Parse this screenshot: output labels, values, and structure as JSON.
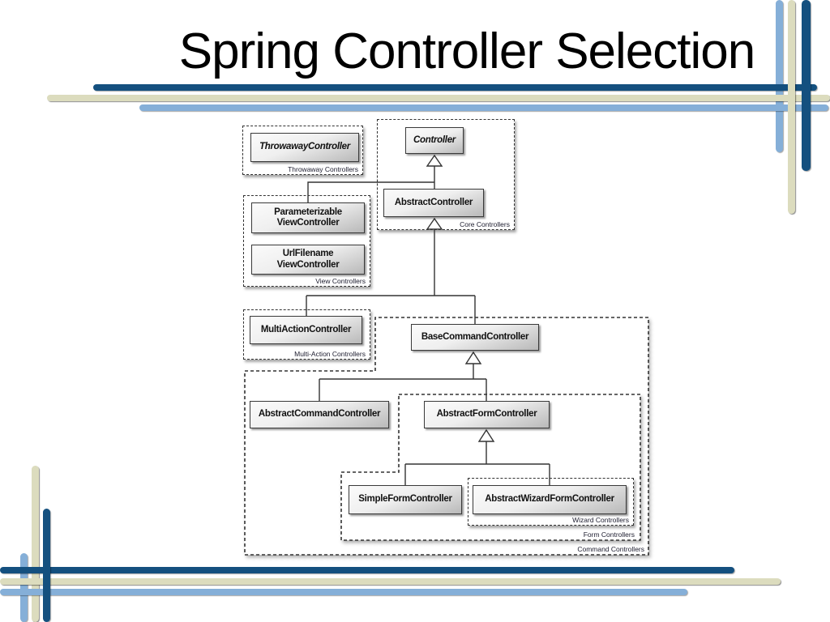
{
  "slide": {
    "title": "Spring Controller Selection"
  },
  "colors": {
    "dark_blue": "#14507f",
    "cream": "#dcdcbe",
    "light_blue": "#85afd8"
  },
  "diagram": {
    "groups": {
      "throwaway": {
        "label": "Throwaway Controllers"
      },
      "core": {
        "label": "Core Controllers"
      },
      "view": {
        "label": "View Controllers"
      },
      "multi": {
        "label": "Multi-Action Controllers"
      },
      "wizard": {
        "label": "Wizard Controllers"
      },
      "form": {
        "label": "Form Controllers"
      },
      "command": {
        "label": "Command Controllers"
      }
    },
    "classes": {
      "throwaway_controller": {
        "name": "ThrowawayController"
      },
      "controller": {
        "name": "Controller"
      },
      "abstract_controller": {
        "name": "AbstractController"
      },
      "parameterizable_view_controller": {
        "name": "Parameterizable\nViewController"
      },
      "url_filename_view_controller": {
        "name": "UrlFilename\nViewController"
      },
      "multi_action_controller": {
        "name": "MultiActionController"
      },
      "base_command_controller": {
        "name": "BaseCommandController"
      },
      "abstract_command_controller": {
        "name": "AbstractCommandController"
      },
      "abstract_form_controller": {
        "name": "AbstractFormController"
      },
      "simple_form_controller": {
        "name": "SimpleFormController"
      },
      "abstract_wizard_form_controller": {
        "name": "AbstractWizardFormController"
      }
    }
  }
}
